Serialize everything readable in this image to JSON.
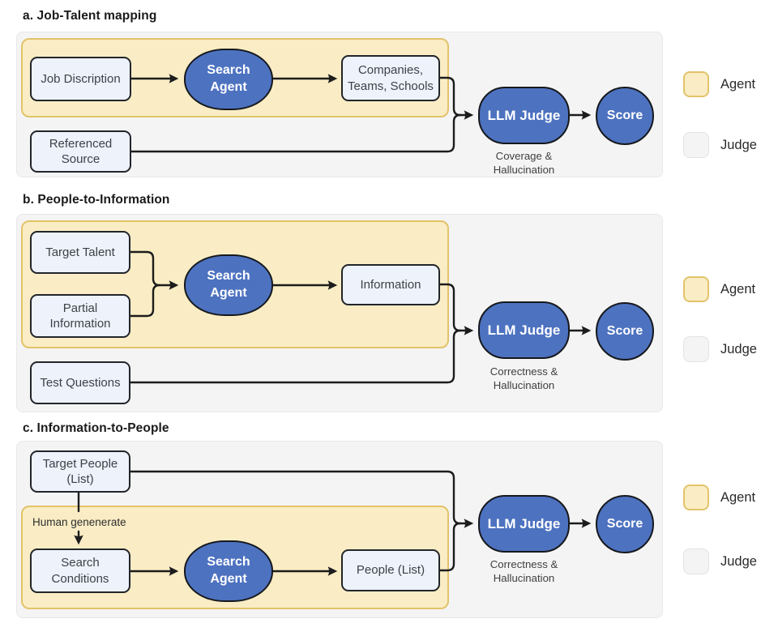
{
  "colors": {
    "agent_fill": "#FAEDC5",
    "agent_border": "#E2C369",
    "judge_fill": "#F4F4F5",
    "judge_border": "#E8E8EA",
    "node_fill": "#4D72C0",
    "node_border": "#16181C",
    "box_fill": "#EDF2FB",
    "box_border": "#22252A",
    "line": "#1C1C1C"
  },
  "legend": {
    "agent": "Agent",
    "judge": "Judge"
  },
  "panels": {
    "a": {
      "title": "a. Job-Talent mapping",
      "input_box": "Job Discription",
      "agent_node": "Search\nAgent",
      "output_box": "Companies,\nTeams, Schools",
      "reference_box": "Referenced\nSource",
      "judge_node": "LLM Judge",
      "judge_caption": "Coverage &\nHallucination",
      "score_node": "Score"
    },
    "b": {
      "title": "b. People-to-Information",
      "input_box_1": "Target Talent",
      "input_box_2": "Partial\nInformation",
      "agent_node": "Search\nAgent",
      "output_box": "Information",
      "reference_box": "Test Questions",
      "judge_node": "LLM Judge",
      "judge_caption": "Correctness &\nHallucination",
      "score_node": "Score"
    },
    "c": {
      "title": "c. Information-to-People",
      "input_box": "Target People\n(List)",
      "human_label": "Human genenerate",
      "condition_box": "Search\nConditions",
      "agent_node": "Search\nAgent",
      "output_box": "People (List)",
      "judge_node": "LLM Judge",
      "judge_caption": "Correctness &\nHallucination",
      "score_node": "Score"
    }
  }
}
